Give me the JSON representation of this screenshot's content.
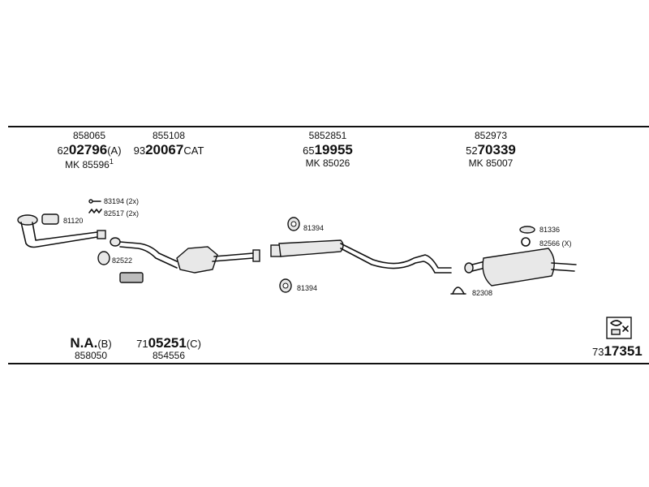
{
  "header_parts": [
    {
      "id": "p1",
      "ref": "858065",
      "prefix": "62",
      "main": "02796",
      "suffix": "(A)",
      "kit": "MK 85596",
      "sup": "1"
    },
    {
      "id": "p2",
      "ref": "855108",
      "prefix": "93",
      "main": "20067",
      "suffix": "CAT",
      "kit": "",
      "sup": ""
    },
    {
      "id": "p3",
      "ref": "5852851",
      "prefix": "65",
      "main": "19955",
      "suffix": "",
      "kit": "MK 85026",
      "sup": ""
    },
    {
      "id": "p4",
      "ref": "852973",
      "prefix": "52",
      "main": "70339",
      "suffix": "",
      "kit": "MK 85007",
      "sup": ""
    }
  ],
  "callouts": {
    "c81194": "83194 (2x)",
    "c82517": "82517 (2x)",
    "c81120": "81120",
    "c82522": "82522",
    "c81394_top": "81394",
    "c81394_bottom": "81394",
    "c81336": "81336",
    "c82566": "82566 (X)",
    "c82308": "82308"
  },
  "footer": {
    "left_main": "N.A.",
    "left_suffix": "(B)",
    "left_ref": "858050",
    "mid_prefix": "71",
    "mid_main": "05251",
    "mid_suffix": "(C)",
    "mid_ref": "854556",
    "right_prefix": "73",
    "right_main": "17351"
  },
  "colors": {
    "line": "#111111",
    "fill": "#e8e8e8"
  }
}
